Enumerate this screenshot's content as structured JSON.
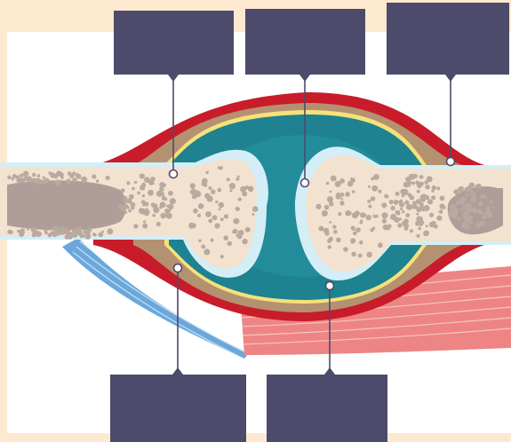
{
  "diagram": {
    "labels": [
      {
        "id": "top-left",
        "text": ""
      },
      {
        "id": "top-center",
        "text": ""
      },
      {
        "id": "top-right",
        "text": ""
      },
      {
        "id": "bottom-left",
        "text": ""
      },
      {
        "id": "bottom-center",
        "text": ""
      }
    ]
  },
  "colors": {
    "frame": "#fde9cf",
    "label_box": "#4d4b6b",
    "bone": "#f2e2cf",
    "marrow_spots": "#b9a9a0",
    "marrow_dark": "#b09c98",
    "cartilage": "#d3eef7",
    "cavity": "#1e8290",
    "cavity_light": "#2795a2",
    "capsule_tan": "#b49170",
    "synovial_yellow": "#f6e17a",
    "capsule_red": "#c81c2a",
    "muscle_blue": "#6aa8dc",
    "muscle_pink": "#ee8585",
    "leader": "#4d4b6b"
  }
}
